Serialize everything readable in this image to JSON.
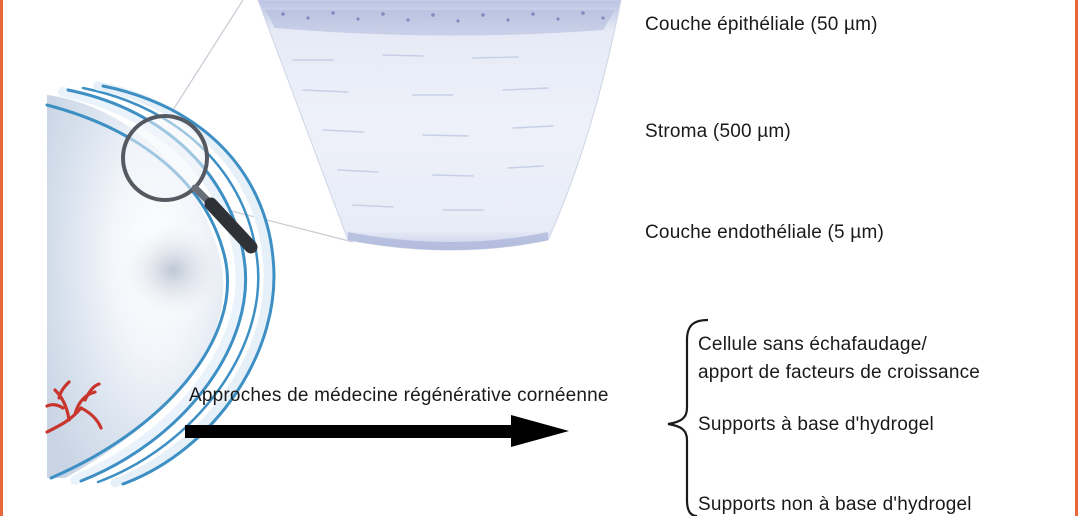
{
  "layers": {
    "epithelial": "Couche épithéliale (50 µm)",
    "stroma": "Stroma (500 µm)",
    "endothelial": "Couche endothéliale (5 µm)"
  },
  "approach": {
    "label": "Approches de médecine régénérative cornéenne"
  },
  "options": {
    "scaffold_free_line1": "Cellule sans échafaudage/",
    "scaffold_free_line2": "apport de facteurs de croissance",
    "hydrogel": "Supports à base d'hydrogel",
    "non_hydrogel": "Supports non à base d'hydrogel"
  },
  "colors": {
    "frame": "#e8673a",
    "cornea_blue": "#3d8fc4",
    "tissue": "#dfe5f4",
    "vessel": "#c8352d",
    "arrow": "#000000"
  }
}
